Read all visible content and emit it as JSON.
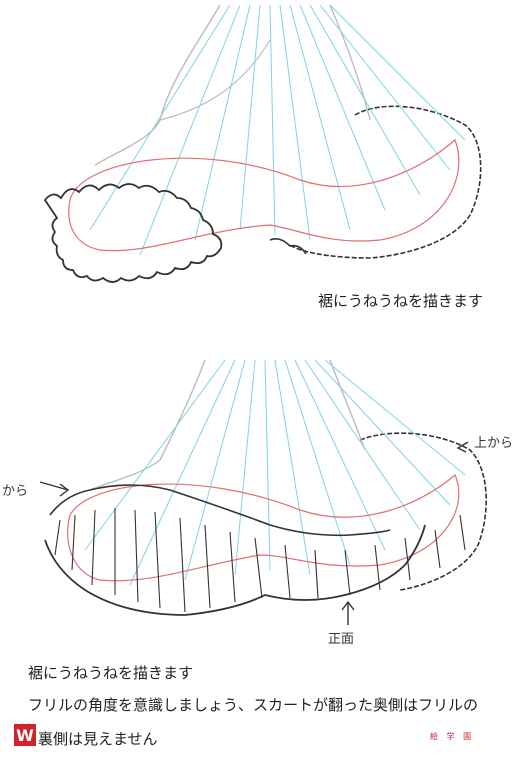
{
  "captions": {
    "top": "裾にうねうねを描きます",
    "bottom_line1": "裾にうねうねを描きます",
    "bottom_line2": "フリルの角度を意識しましょう、スカートが翻った奥側はフリルの",
    "bottom_line3": "裏側は見えません"
  },
  "annotations": {
    "from_side": "から",
    "from_above": "上から",
    "front": "正面"
  },
  "footer": {
    "logo_letter": "W",
    "watermark": "絵 学 園"
  },
  "colors": {
    "outline": "#333333",
    "guide_blue": "#7fd3e6",
    "guide_red": "#e07070",
    "logo_red": "#d2232a"
  }
}
